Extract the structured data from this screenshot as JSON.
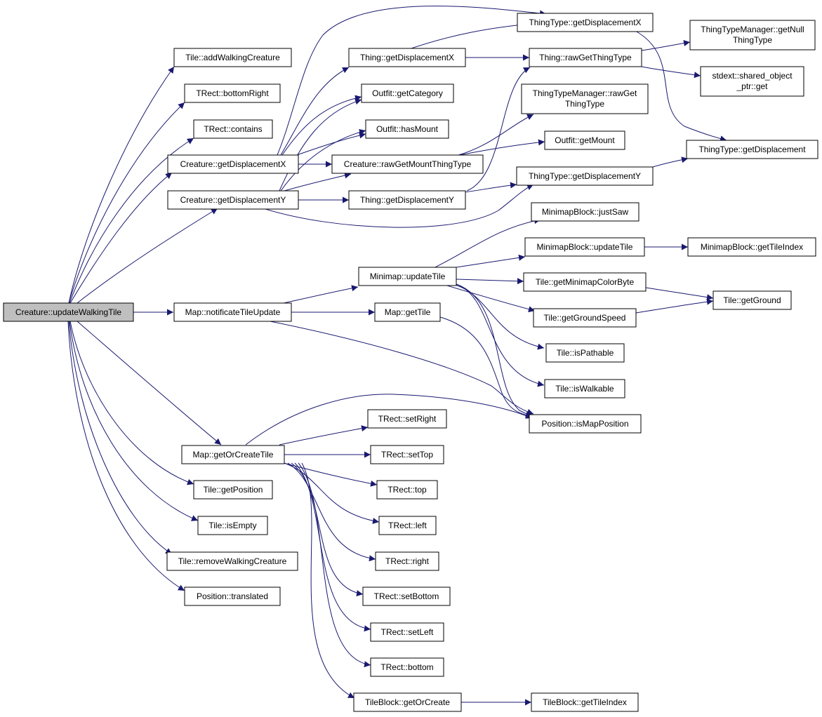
{
  "colors": {
    "edge": "#191970",
    "root_fill": "#bfbfbf",
    "node_fill": "#ffffff",
    "border": "#000000"
  },
  "nodes": {
    "root": {
      "lines": [
        "Creature::updateWalkingTile"
      ]
    },
    "addWC": {
      "lines": [
        "Tile::addWalkingCreature"
      ]
    },
    "bottomRight": {
      "lines": [
        "TRect::bottomRight"
      ]
    },
    "contains": {
      "lines": [
        "TRect::contains"
      ]
    },
    "dispX": {
      "lines": [
        "Creature::getDisplacementX"
      ]
    },
    "dispY": {
      "lines": [
        "Creature::getDisplacementY"
      ]
    },
    "notif": {
      "lines": [
        "Map::notificateTileUpdate"
      ]
    },
    "getOrCreate": {
      "lines": [
        "Map::getOrCreateTile"
      ]
    },
    "getPos": {
      "lines": [
        "Tile::getPosition"
      ]
    },
    "isEmpty": {
      "lines": [
        "Tile::isEmpty"
      ]
    },
    "removeWC": {
      "lines": [
        "Tile::removeWalkingCreature"
      ]
    },
    "translated": {
      "lines": [
        "Position::translated"
      ]
    },
    "thingDX": {
      "lines": [
        "Thing::getDisplacementX"
      ]
    },
    "getCat": {
      "lines": [
        "Outfit::getCategory"
      ]
    },
    "hasMount": {
      "lines": [
        "Outfit::hasMount"
      ]
    },
    "rawMount": {
      "lines": [
        "Creature::rawGetMountThingType"
      ]
    },
    "thingDY": {
      "lines": [
        "Thing::getDisplacementY"
      ]
    },
    "mmUpdate": {
      "lines": [
        "Minimap::updateTile"
      ]
    },
    "mapGetTile": {
      "lines": [
        "Map::getTile"
      ]
    },
    "setRight": {
      "lines": [
        "TRect::setRight"
      ]
    },
    "setTop": {
      "lines": [
        "TRect::setTop"
      ]
    },
    "top": {
      "lines": [
        "TRect::top"
      ]
    },
    "left": {
      "lines": [
        "TRect::left"
      ]
    },
    "right": {
      "lines": [
        "TRect::right"
      ]
    },
    "setBottom": {
      "lines": [
        "TRect::setBottom"
      ]
    },
    "setLeft": {
      "lines": [
        "TRect::setLeft"
      ]
    },
    "bottom": {
      "lines": [
        "TRect::bottom"
      ]
    },
    "tbGetOrCreate": {
      "lines": [
        "TileBlock::getOrCreate"
      ]
    },
    "ttDX": {
      "lines": [
        "ThingType::getDisplacementX"
      ]
    },
    "rawGetTT": {
      "lines": [
        "Thing::rawGetThingType"
      ]
    },
    "ttmRawGet": {
      "lines": [
        "ThingTypeManager::rawGet",
        "ThingType"
      ]
    },
    "getMount": {
      "lines": [
        "Outfit::getMount"
      ]
    },
    "ttDY": {
      "lines": [
        "ThingType::getDisplacementY"
      ]
    },
    "justSaw": {
      "lines": [
        "MinimapBlock::justSaw"
      ]
    },
    "mbUpdate": {
      "lines": [
        "MinimapBlock::updateTile"
      ]
    },
    "colorByte": {
      "lines": [
        "Tile::getMinimapColorByte"
      ]
    },
    "groundSpeed": {
      "lines": [
        "Tile::getGroundSpeed"
      ]
    },
    "pathable": {
      "lines": [
        "Tile::isPathable"
      ]
    },
    "walkable": {
      "lines": [
        "Tile::isWalkable"
      ]
    },
    "isMapPos": {
      "lines": [
        "Position::isMapPosition"
      ]
    },
    "tbTileIndex": {
      "lines": [
        "TileBlock::getTileIndex"
      ]
    },
    "ttmNull": {
      "lines": [
        "ThingTypeManager::getNull",
        "ThingType"
      ]
    },
    "sharedPtr": {
      "lines": [
        "stdext::shared_object",
        "_ptr::get"
      ]
    },
    "ttDisp": {
      "lines": [
        "ThingType::getDisplacement"
      ]
    },
    "mbTileIndex": {
      "lines": [
        "MinimapBlock::getTileIndex"
      ]
    },
    "getGround": {
      "lines": [
        "Tile::getGround"
      ]
    }
  }
}
